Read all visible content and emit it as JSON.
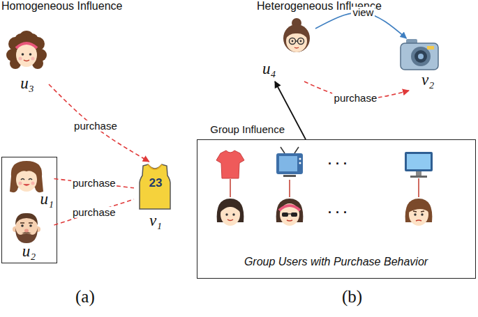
{
  "diagram": {
    "nodes": [
      {
        "text": [
          "u₃"
        ]
      },
      {
        "text": []
      },
      {
        "text": [
          "u₁"
        ],
        "in": 1
      },
      {
        "text": [
          "u₂"
        ],
        "in": 1
      },
      {
        "text": [
          "23",
          "v₁"
        ]
      },
      {
        "text": [
          "u₄"
        ]
      },
      {
        "text": [
          "v₂"
        ]
      },
      {
        "text": [
          "Group Users with Purchase Behavior"
        ]
      }
    ],
    "edges": [
      {
        "from": 0,
        "to": 4,
        "arrow": "to",
        "label": "purchase"
      },
      {
        "from": 2,
        "to": 4,
        "arrow": "none",
        "label": "purchase"
      },
      {
        "from": 3,
        "to": 4,
        "arrow": "none",
        "label": "purchase"
      },
      {
        "from": 5,
        "to": 6,
        "arrow": "to",
        "label": "view"
      },
      {
        "from": 5,
        "to": 6,
        "arrow": "to",
        "label": "purchase"
      },
      {
        "from": 7,
        "to": 5,
        "arrow": "to",
        "label": "Group Influence"
      }
    ],
    "labels": [
      "Homogeneous Influence",
      "Heterogeneous Influence",
      "· · ·",
      "· · ·",
      "(a)",
      "(b)"
    ]
  }
}
